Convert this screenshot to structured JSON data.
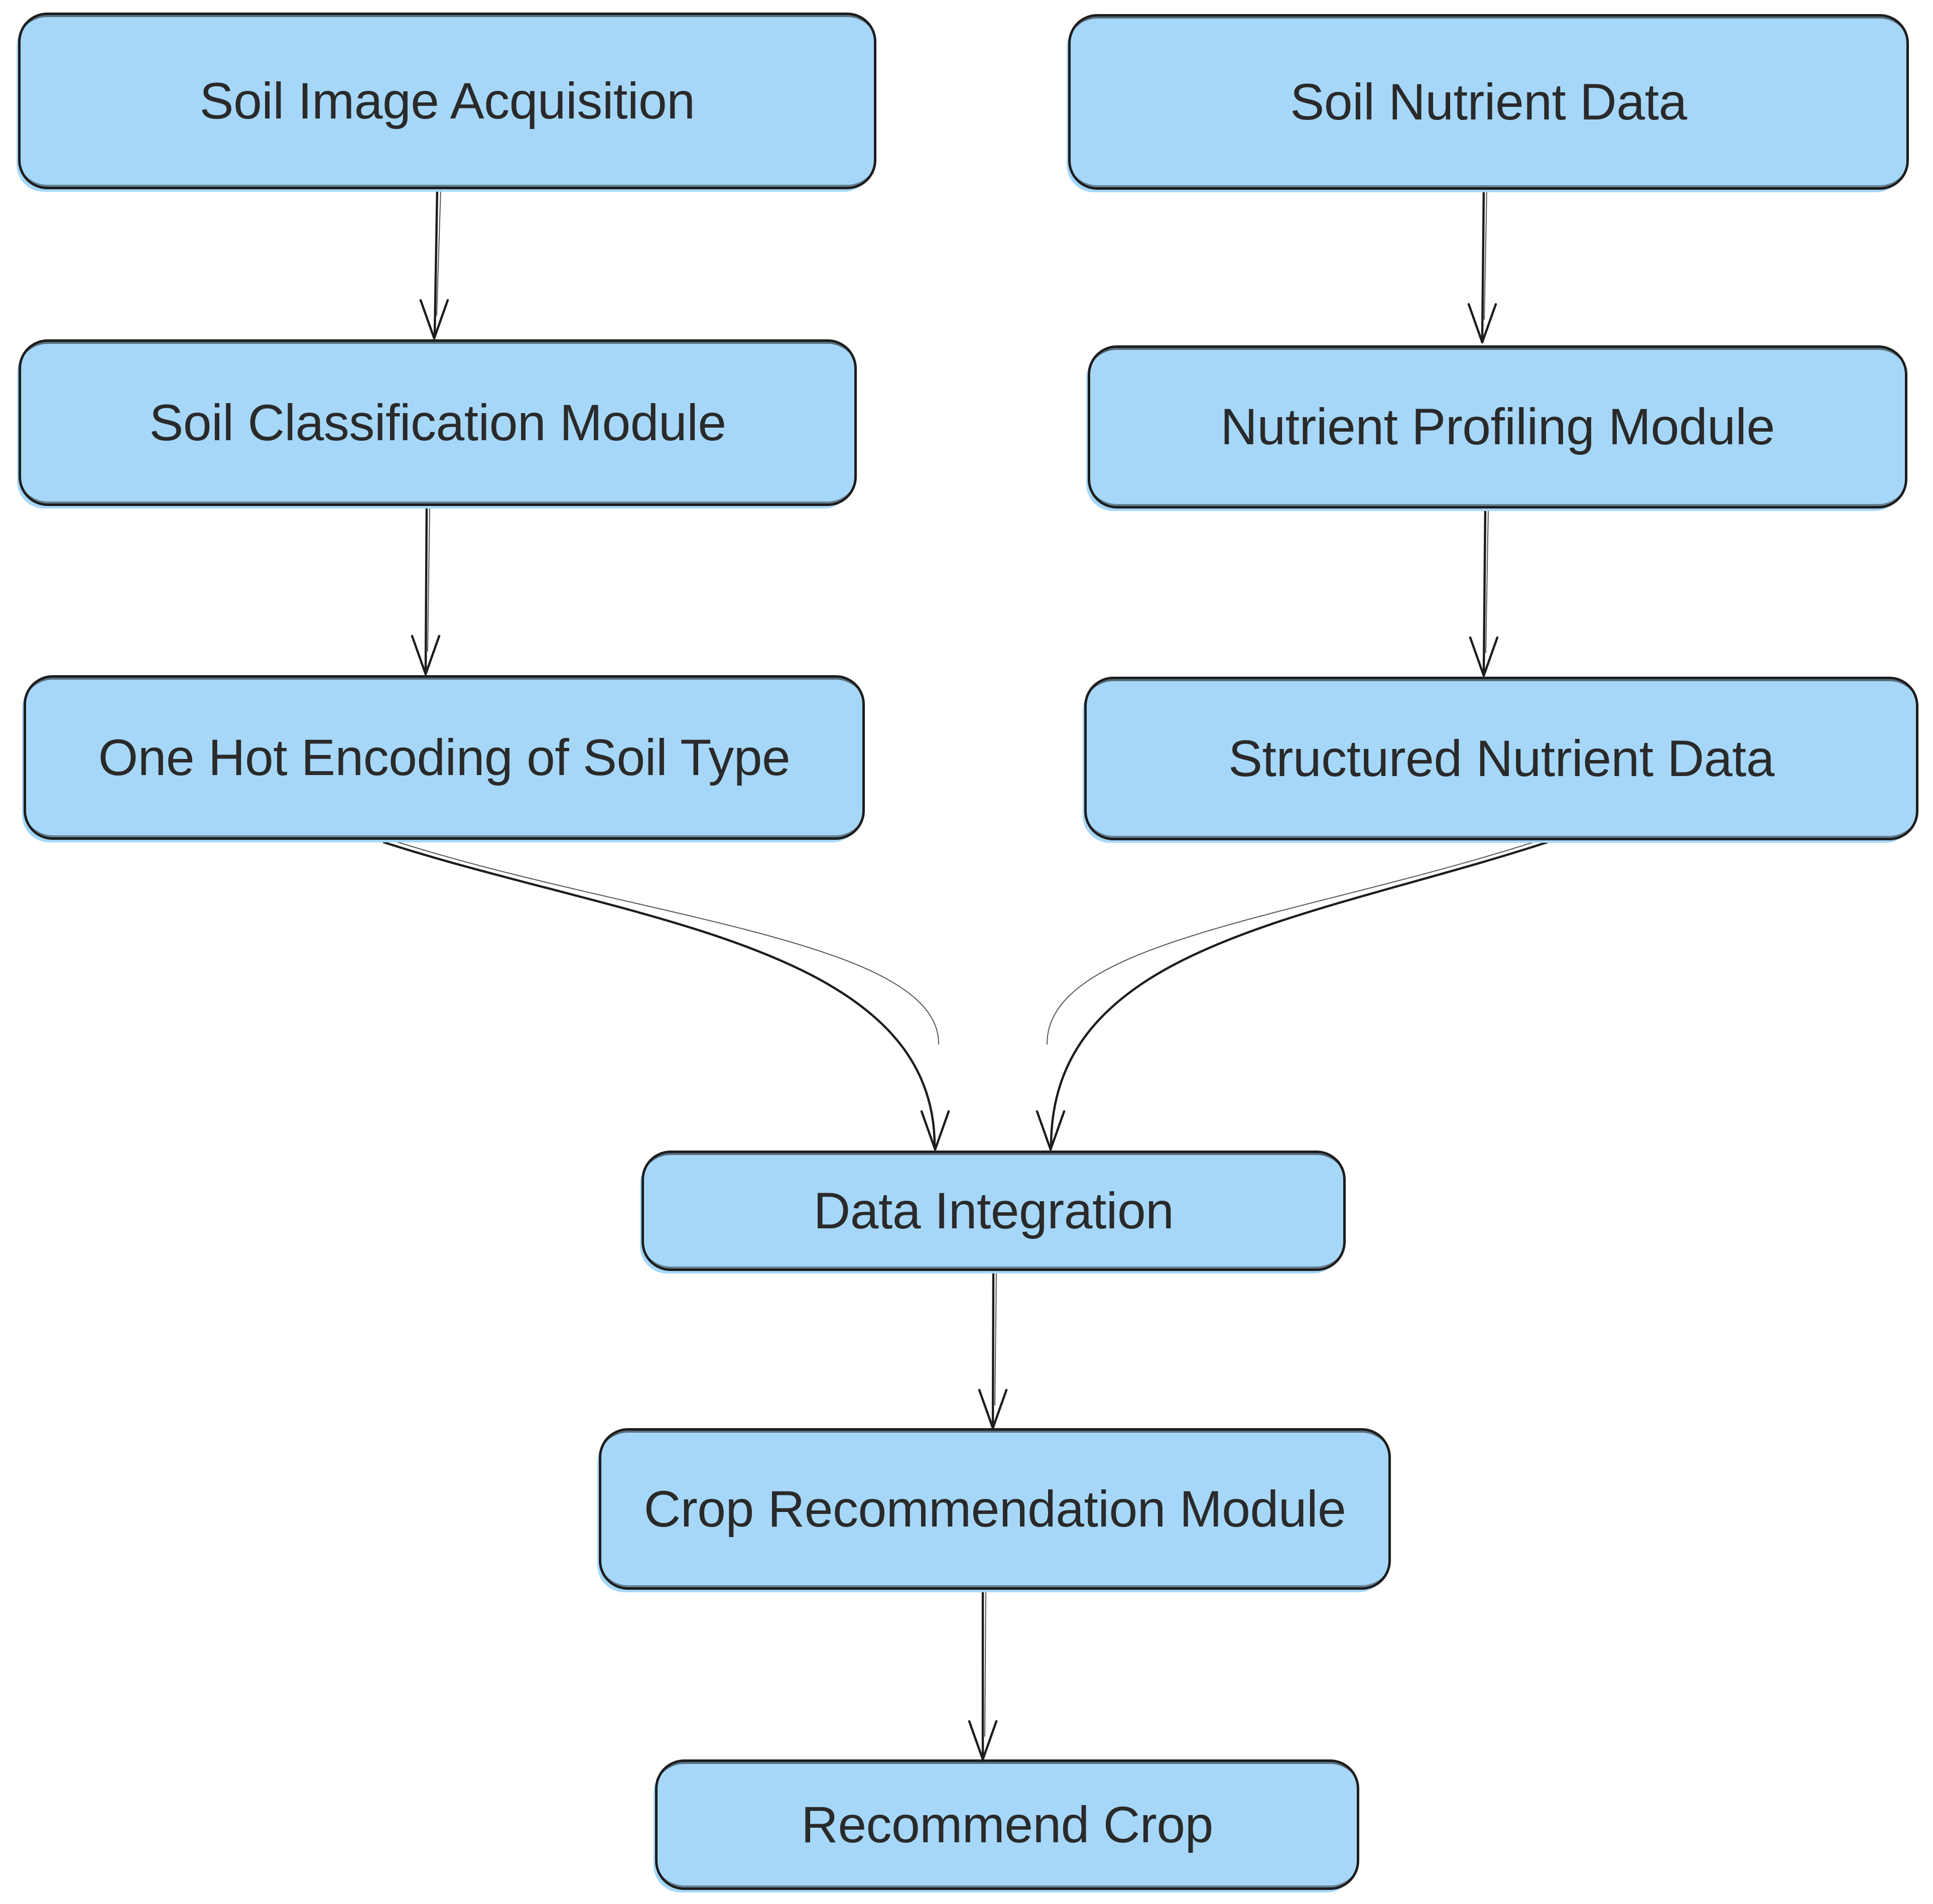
{
  "diagram": {
    "type": "flowchart",
    "direction": "top-down",
    "style": "hand-drawn",
    "colors": {
      "background": "#ffffff",
      "node_fill": "#a6d7f8",
      "node_border": "#1d1d1d",
      "text": "#2a2a2a",
      "connector": "#1d1d1d"
    },
    "nodes": {
      "soil_image_acquisition": {
        "label": "Soil Image Acquisition"
      },
      "soil_nutrient_data": {
        "label": "Soil Nutrient Data"
      },
      "soil_classification_module": {
        "label": "Soil Classification Module"
      },
      "nutrient_profiling_module": {
        "label": "Nutrient Profiling Module"
      },
      "one_hot_encoding": {
        "label": "One Hot Encoding of Soil Type"
      },
      "structured_nutrient_data": {
        "label": "Structured Nutrient Data"
      },
      "data_integration": {
        "label": "Data Integration"
      },
      "crop_recommendation_module": {
        "label": "Crop Recommendation Module"
      },
      "recommend_crop": {
        "label": "Recommend Crop"
      }
    },
    "edges": [
      {
        "from": "Soil Image Acquisition",
        "to": "Soil Classification Module"
      },
      {
        "from": "Soil Nutrient Data",
        "to": "Nutrient Profiling Module"
      },
      {
        "from": "Soil Classification Module",
        "to": "One Hot Encoding of Soil Type"
      },
      {
        "from": "Nutrient Profiling Module",
        "to": "Structured Nutrient Data"
      },
      {
        "from": "One Hot Encoding of Soil Type",
        "to": "Data Integration"
      },
      {
        "from": "Structured Nutrient Data",
        "to": "Data Integration"
      },
      {
        "from": "Data Integration",
        "to": "Crop Recommendation Module"
      },
      {
        "from": "Crop Recommendation Module",
        "to": "Recommend Crop"
      }
    ]
  }
}
